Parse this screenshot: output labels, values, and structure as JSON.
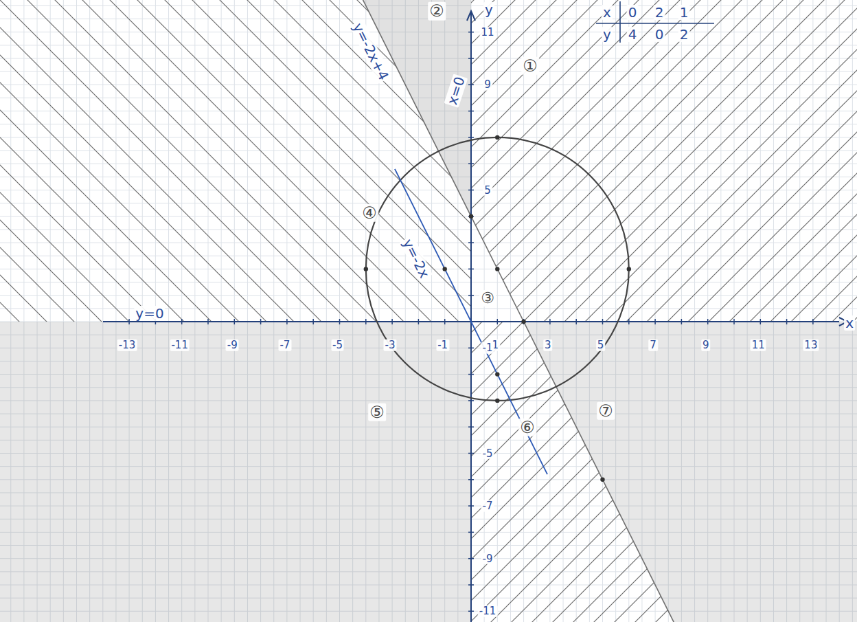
{
  "diagram": {
    "labels": [
      "y=-2x+4",
      "x=0",
      "y=-2x",
      "y=0",
      "①",
      "②",
      "③",
      "④",
      "⑤",
      "⑥",
      "⑦",
      "x",
      "y",
      "-13",
      "-11",
      "-9",
      "-7",
      "-5",
      "-3",
      "-1",
      "1",
      "3",
      "5",
      "7",
      "9",
      "11",
      "13",
      "11",
      "9",
      "5",
      "-1",
      "-5",
      "-7",
      "-9",
      "-11",
      "x",
      "0",
      "2",
      "1",
      "y",
      "4",
      "0",
      "2"
    ]
  }
}
